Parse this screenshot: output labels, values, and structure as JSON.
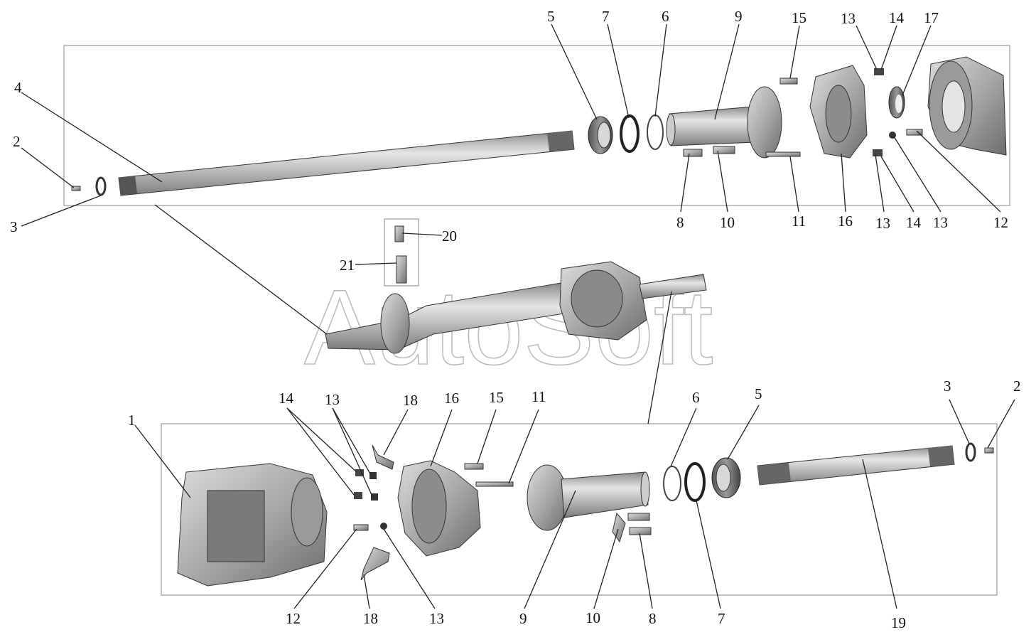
{
  "watermark": "AutoSoft",
  "colors": {
    "part_fill": "#b9b9b9",
    "part_dark": "#6f6f6f",
    "part_light": "#e2e2e2",
    "frame": "#9a9a9a"
  },
  "top_labels": {
    "l5": "5",
    "l7": "7",
    "l6": "6",
    "l9": "9",
    "l15": "15",
    "l13a": "13",
    "l14a": "14",
    "l17": "17",
    "l4": "4",
    "l2": "2",
    "l3": "3",
    "l8": "8",
    "l10": "10",
    "l11": "11",
    "l16": "16",
    "l13b": "13",
    "l14b": "14",
    "l13c": "13",
    "l12": "12"
  },
  "mid_labels": {
    "l20": "20",
    "l21": "21"
  },
  "bottom_labels": {
    "l14": "14",
    "l13a": "13",
    "l18a": "18",
    "l16": "16",
    "l15": "15",
    "l11": "11",
    "l6": "6",
    "l5": "5",
    "l3": "3",
    "l2": "2",
    "l1": "1",
    "l12": "12",
    "l18b": "18",
    "l13b": "13",
    "l9": "9",
    "l10": "10",
    "l8": "8",
    "l7": "7",
    "l19": "19"
  }
}
